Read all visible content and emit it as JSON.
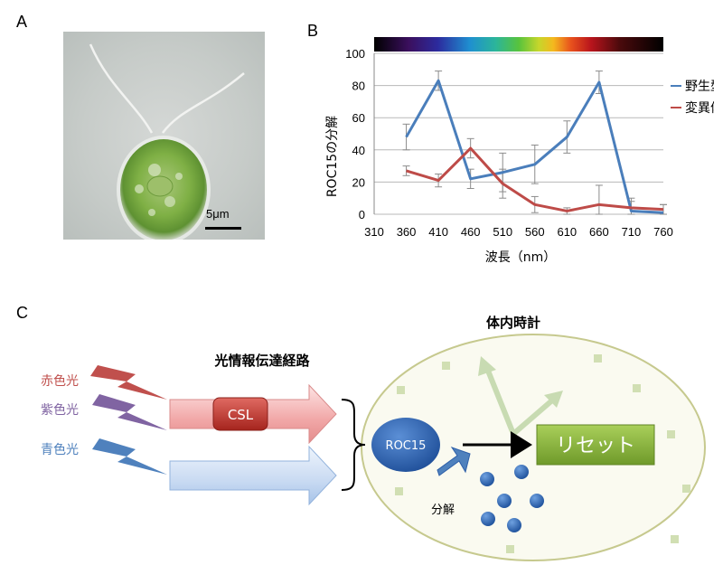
{
  "panels": {
    "a": "A",
    "b": "B",
    "c": "C"
  },
  "micrograph": {
    "scale_bar": "5μm"
  },
  "chart_data": {
    "type": "line",
    "x": [
      360,
      410,
      460,
      510,
      560,
      610,
      660,
      710,
      760
    ],
    "x_ticks": [
      "310",
      "360",
      "410",
      "460",
      "510",
      "560",
      "610",
      "660",
      "710",
      "760"
    ],
    "y_ticks": [
      "0",
      "20",
      "40",
      "60",
      "80",
      "100"
    ],
    "ylim": [
      0,
      100
    ],
    "xlabel": "波長（nm）",
    "ylabel": "ROC15の分解",
    "grid": "horizontal",
    "legend_position": "right",
    "series": [
      {
        "name": "野生型",
        "color": "#4a7ebb",
        "values": [
          48,
          83,
          22,
          26,
          31,
          48,
          82,
          2,
          1
        ],
        "err": [
          8,
          6,
          6,
          12,
          12,
          10,
          7,
          8,
          5
        ]
      },
      {
        "name": "変異体",
        "color": "#be4b48",
        "values": [
          27,
          21,
          41,
          19,
          6,
          2,
          6,
          4,
          3
        ],
        "err": [
          3,
          4,
          6,
          9,
          5,
          2,
          12,
          4,
          3
        ]
      }
    ]
  },
  "diagram": {
    "pathway_title": "光情報伝達経路",
    "clock_title": "体内時計",
    "red_light": "赤色光",
    "violet_light": "紫色光",
    "blue_light": "青色光",
    "csl_label": "CSL",
    "roc15_label": "ROC15",
    "reset_label": "リセット",
    "degradation_label": "分解",
    "colors": {
      "red_light": "#c0504d",
      "violet_light": "#8064a2",
      "blue_light": "#4f81bd",
      "csl": "#c0392b",
      "roc15": "#2e5fa8",
      "reset": "#8cb33c"
    }
  }
}
